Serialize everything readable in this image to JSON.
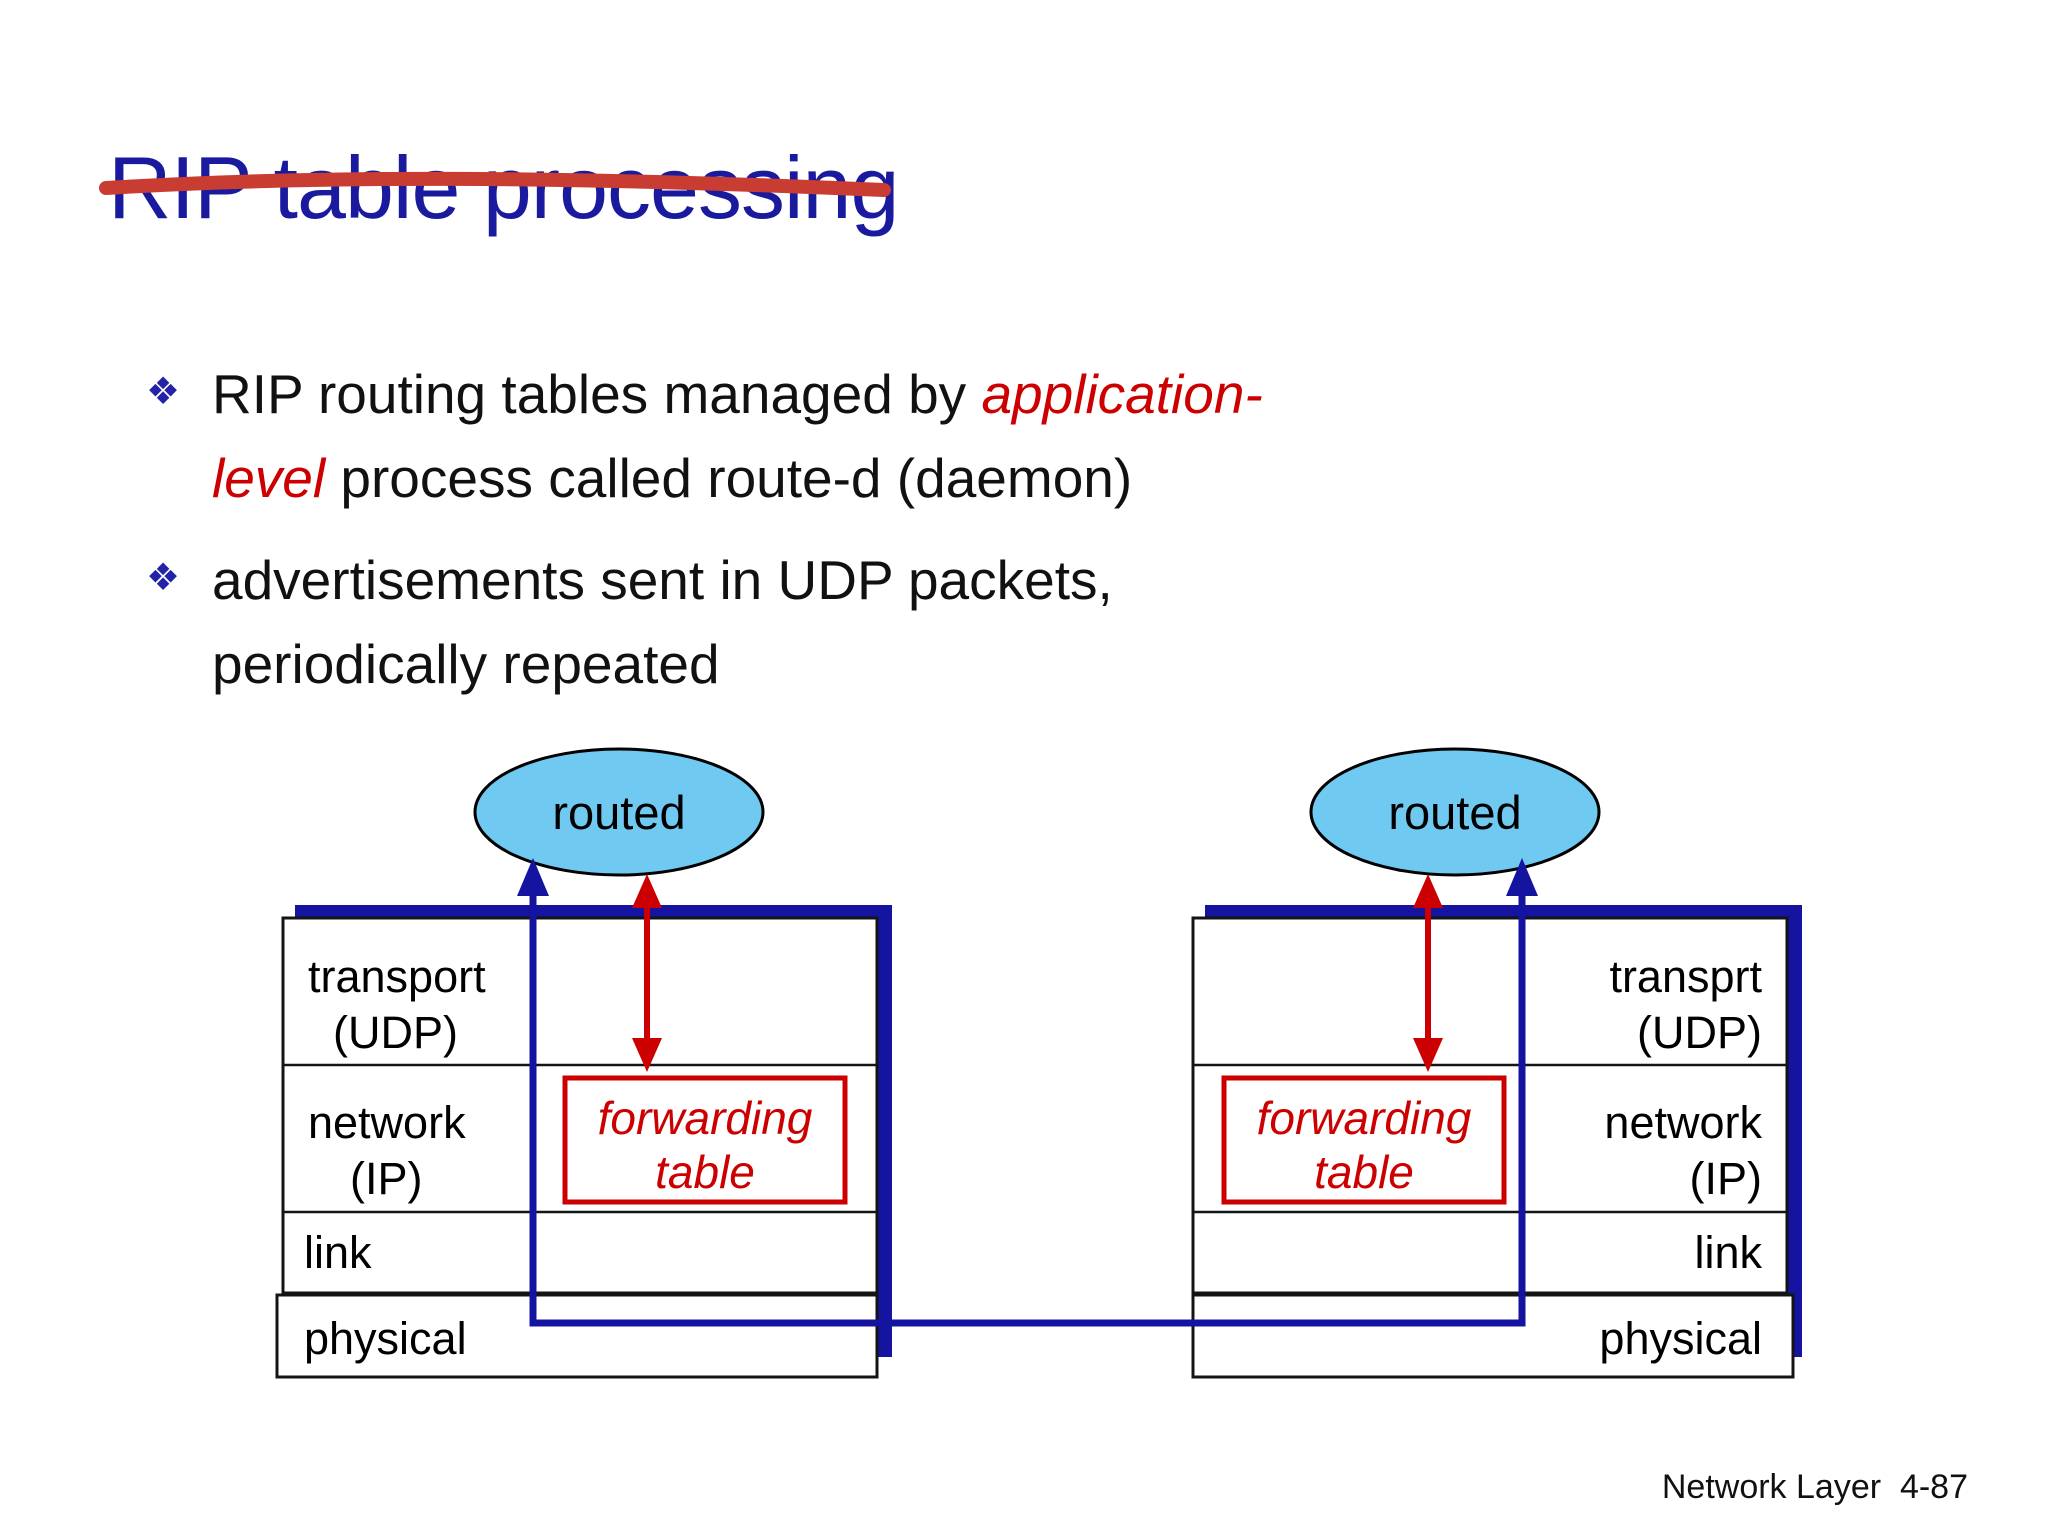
{
  "slide": {
    "title": "RIP table processing",
    "bullets": {
      "b1": {
        "marker": "❖",
        "seg_normal_1": "RIP routing tables managed by ",
        "seg_red_1": "application-",
        "seg_red_2": "level",
        "seg_normal_2": " process called route-d (daemon)"
      },
      "b2": {
        "marker": "❖",
        "line1": "advertisements sent in UDP packets,",
        "line2": "periodically repeated"
      }
    },
    "footer": "Network Layer  4-87"
  },
  "diagram": {
    "left_stack": {
      "process": "routed",
      "layer1a": "transport",
      "layer1b": "(UDP)",
      "layer2a": "network",
      "layer2b": "(IP)",
      "layer3": "link",
      "layer4": "physical",
      "fwd1": "forwarding",
      "fwd2": "table"
    },
    "right_stack": {
      "process": "routed",
      "layer1a": "transprt",
      "layer1b": "(UDP)",
      "layer2a": "network",
      "layer2b": "(IP)",
      "layer3": "link",
      "layer4": "physical",
      "fwd1": "forwarding",
      "fwd2": "table"
    },
    "colors": {
      "navy": "#1414a0",
      "red": "#cc0000",
      "process_fill": "#6fc9f1",
      "title_blue": "#1a1a9e",
      "underline_red": "#c83c32",
      "bullet_blue": "#2323a8",
      "ink": "#141414"
    }
  }
}
